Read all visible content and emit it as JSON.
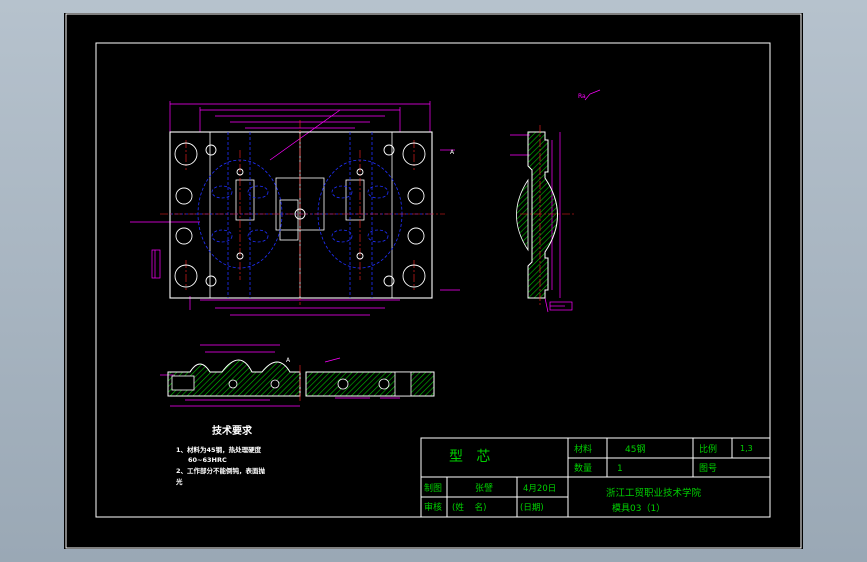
{
  "tech_requirements": {
    "heading": "技术要求",
    "item1_line1": "1、材料为45钢，热处理硬度",
    "item1_line2": "60~63HRC",
    "item2_line1": "2、工作部分不能倒钝，表面抛",
    "item2_line2": "光"
  },
  "title_block": {
    "part_name": "型   芯",
    "material_label": "材料",
    "material_value": "45钢",
    "scale_label": "比例",
    "scale_value": "1,3",
    "quantity_label": "数量",
    "quantity_value": "1",
    "drawing_no_label": "图号",
    "drawer_label": "制图",
    "drawer_name": "张譬",
    "date_value": "4月20日",
    "checker_label": "审核",
    "name_placeholder": "(姓    名)",
    "date_placeholder": "(日期)",
    "school": "浙江工贸职业技术学院",
    "project": "模具03（1）"
  },
  "annotations": {
    "roughness": "Ra",
    "section_mark": "A"
  },
  "colors": {
    "background": "#000000",
    "frame": "#ffffff",
    "outline": "#ffffff",
    "dimension": "#ff00ff",
    "centerline": "#ff2020",
    "hidden": "#2030ff",
    "hatch": "#00c000",
    "text_cad": "#ffffff",
    "title_text": "#00d000",
    "window_bg": "#a3b0bd"
  }
}
